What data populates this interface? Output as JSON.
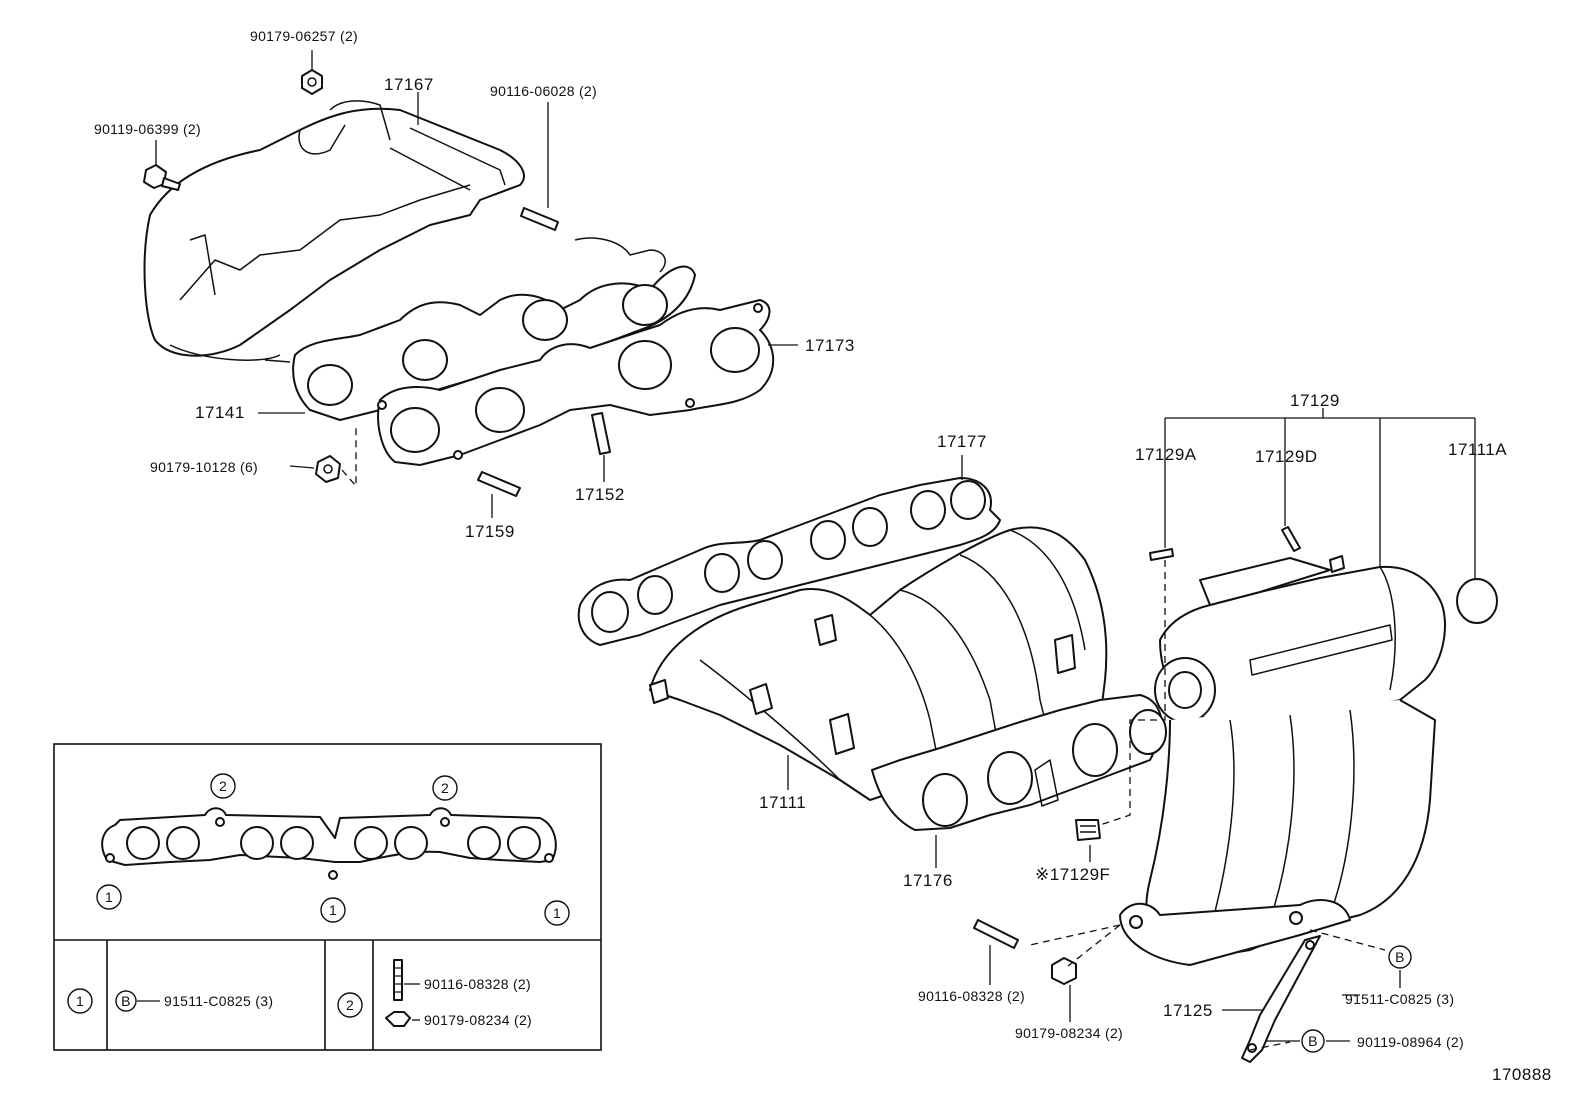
{
  "diagram": {
    "figure_code": "170888",
    "callouts": {
      "p17167": "17167",
      "p90179_06257": "90179-06257 (2)",
      "p90116_06028": "90116-06028 (2)",
      "p90119_06399": "90119-06399 (2)",
      "p17173": "17173",
      "p17141": "17141",
      "p90179_10128": "90179-10128 (6)",
      "p17152": "17152",
      "p17159": "17159",
      "p17129": "17129",
      "p17129A": "17129A",
      "p17129D": "17129D",
      "p17111A": "17111A",
      "p17177": "17177",
      "p17111": "17111",
      "p17176": "17176",
      "p17129F": "※17129F",
      "p90116_08328": "90116-08328 (2)",
      "p90179_08234": "90179-08234 (2)",
      "p17125": "17125",
      "p91511_C0825": "91511-C0825 (3)",
      "p90119_08964": "90119-08964 (2)"
    },
    "circle_marks": {
      "b": "B",
      "one": "1",
      "two": "2"
    },
    "legend": {
      "row1": {
        "marker": "1",
        "sub_marker": "B",
        "part": "91511-C0825 (3)"
      },
      "row2": {
        "marker": "2",
        "part_a": "90116-08328 (2)",
        "part_b": "90179-08234 (2)"
      }
    }
  }
}
